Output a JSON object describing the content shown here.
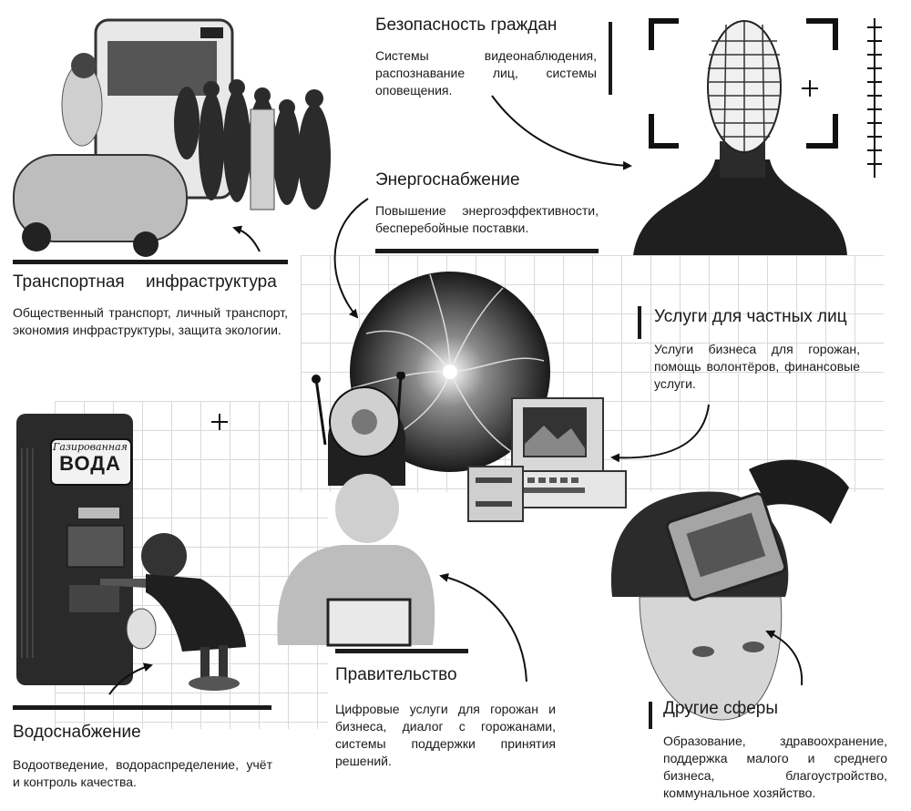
{
  "sections": {
    "security": {
      "title": "Безопасность граждан",
      "desc": "Системы видеонаблюдения, распознавание лиц, системы оповещения."
    },
    "energy": {
      "title": "Энергоснабжение",
      "desc": "Повышение энергоэффективности, бесперебойные поставки."
    },
    "transport": {
      "title": "Транспортная инфраструктура",
      "desc": "Общественный транспорт, личный транспорт, экономия инфраструктуры, защита экологии."
    },
    "private": {
      "title": "Услуги для частных лиц",
      "desc": "Услуги бизнеса для горожан, помощь волонтёров, финансовые услуги."
    },
    "water": {
      "title": "Водоснабжение",
      "desc": "Водоотведение, водораспределение, учёт и контроль качества."
    },
    "government": {
      "title": "Правительство",
      "desc": "Цифровые услуги для горожан и бизнеса, диалог с горожанами, системы поддержки принятия решений."
    },
    "other": {
      "title": "Другие сферы",
      "desc": "Образование, здравоохранение, поддержка малого и среднего бизнеса, благоустройство, коммунальное хозяйство."
    }
  },
  "vending_sign": {
    "line1": "Газированная",
    "line2": "ВОДА"
  },
  "colors": {
    "ink": "#1a1a1a",
    "grid": "#d9d9d9",
    "background": "#ffffff"
  },
  "icons": [
    "crosshair-plus-icon",
    "scale-ruler-icon",
    "viewfinder-frame-icon",
    "curved-arrow-icon"
  ]
}
